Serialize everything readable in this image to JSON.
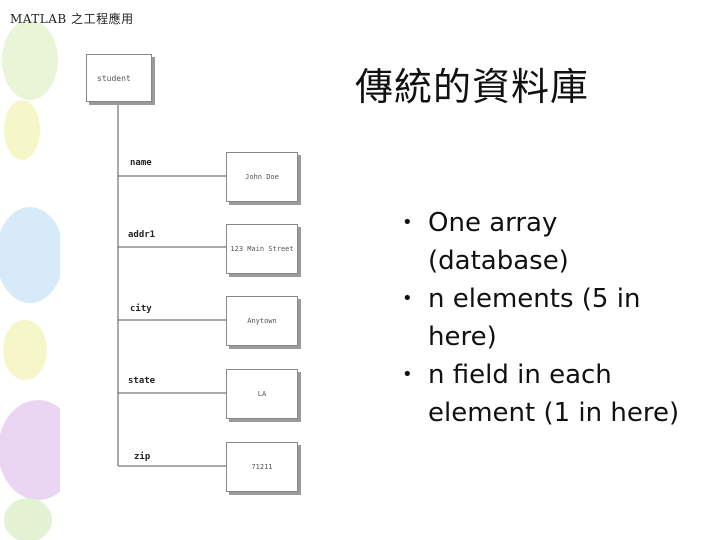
{
  "header": {
    "text": "MATLAB 之工程應用"
  },
  "slide": {
    "title": "傳統的資料庫"
  },
  "diagram": {
    "root_label": "student",
    "fields": [
      {
        "name": "name",
        "value": "John Doe"
      },
      {
        "name": "addr1",
        "value": "123 Main Street"
      },
      {
        "name": "city",
        "value": "Anytown"
      },
      {
        "name": "state",
        "value": "LA"
      },
      {
        "name": "zip",
        "value": "71211"
      }
    ]
  },
  "bullets": [
    "One array (database)",
    "n elements (5 in here)",
    "n field in each element (1 in here)"
  ],
  "colors": {
    "accent_blue": "#cfe6f7",
    "accent_yellow": "#f3f5a8",
    "accent_purple": "#e4cdf0",
    "accent_green": "#d7efc4"
  }
}
